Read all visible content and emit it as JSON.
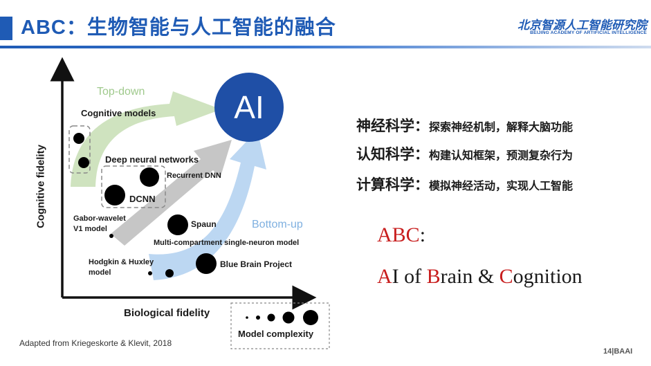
{
  "slide": {
    "title": "ABC：生物智能与人工智能的融合",
    "logo": {
      "name_cn": "北京智源人工智能研究院",
      "name_en": "BEIJING ACADEMY OF ARTIFICIAL INTELLIGENCE"
    },
    "page_number": "14|BAAI"
  },
  "diagram": {
    "y_axis_label": "Cognitive fidelity",
    "x_axis_label": "Biological fidelity",
    "ai_label": "AI",
    "top_down_label": "Top-down",
    "bottom_up_label": "Bottom-up",
    "labels": {
      "cognitive_models": "Cognitive models",
      "deep_neural_networks": "Deep neural networks",
      "recurrent_dnn": "Recurrent DNN",
      "dcnn": "DCNN",
      "gabor_line1": "Gabor-wavelet",
      "gabor_line2": "V1 model",
      "spaun": "Spaun",
      "multi_compartment": "Multi-compartment single-neuron model",
      "hodgkin_line1": "Hodgkin & Huxley",
      "hodgkin_line2": "model",
      "blue_brain": "Blue Brain Project",
      "model_complexity": "Model complexity"
    },
    "citation": "Adapted from Kriegeskorte & Klevit, 2018",
    "colors": {
      "ai_circle": "#1f4fa6",
      "top_down_arrow": "#cfe3bf",
      "gray_arrow": "#c6c6c6",
      "bottom_up_arrow": "#bcd7f2"
    }
  },
  "sciences": [
    {
      "name": "神经科学：",
      "desc": "探索神经机制，解释大脑功能"
    },
    {
      "name": "认知科学：",
      "desc": "构建认知框架，预测复杂行为"
    },
    {
      "name": "计算科学：",
      "desc": "模拟神经活动，实现人工智能"
    }
  ],
  "abc": {
    "heading": "ABC",
    "colon": ":",
    "parts": [
      {
        "letter": "A",
        "rest": "I of "
      },
      {
        "letter": "B",
        "rest": "rain & "
      },
      {
        "letter": "C",
        "rest": "ognition"
      }
    ]
  }
}
